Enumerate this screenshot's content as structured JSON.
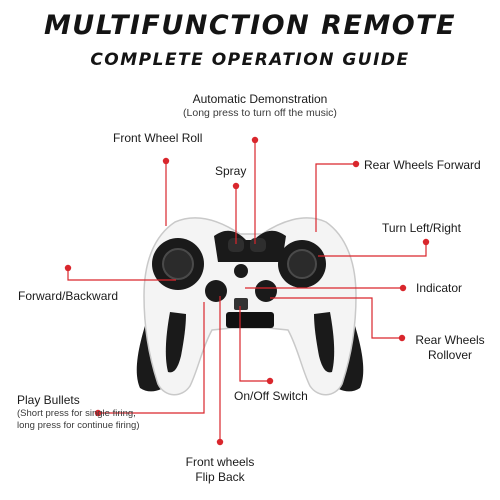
{
  "header": {
    "title": "MULTIFUNCTION REMOTE",
    "subtitle": "COMPLETE OPERATION GUIDE"
  },
  "callouts": {
    "automatic_demo": "Automatic Demonstration",
    "automatic_demo_note": "(Long press to turn off the music)",
    "front_wheel_roll": "Front Wheel Roll",
    "spray": "Spray",
    "rear_wheels_forward": "Rear Wheels Forward",
    "turn_left_right": "Turn Left/Right",
    "forward_backward": "Forward/Backward",
    "indicator": "Indicator",
    "rear_wheels_rollover_line1": "Rear Wheels",
    "rear_wheels_rollover_line2": "Rollover",
    "on_off_switch": "On/Off Switch",
    "play_bullets": "Play Bullets",
    "play_bullets_note_line1": "(Short press for single firing,",
    "play_bullets_note_line2": "long press for continue firing)",
    "front_wheels_flip_back_line1": "Front wheels",
    "front_wheels_flip_back_line2": "Flip Back"
  },
  "colors": {
    "leader_line": "#d9262c",
    "controller_body": "#f4f4f4",
    "controller_dark": "#1a1a1a",
    "text": "#1b1b1b"
  }
}
